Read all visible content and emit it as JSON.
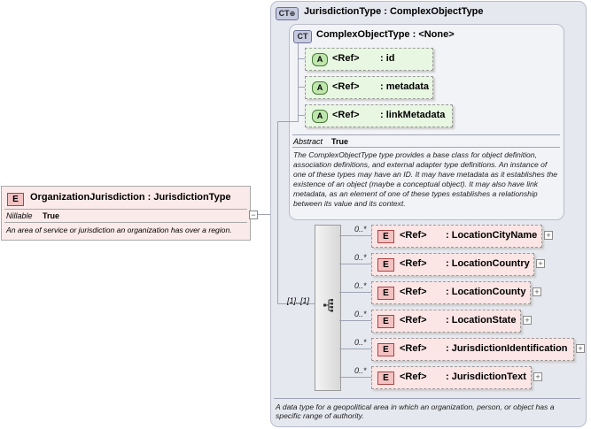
{
  "complex_type": {
    "badge": "CT",
    "title": "JurisdictionType : ComplexObjectType"
  },
  "base_type": {
    "badge": "CT",
    "title": "ComplexObjectType : <None>",
    "abstract_label": "Abstract",
    "abstract_value": "True",
    "description": "The ComplexObjectType type provides a base class for object definition, association definitions, and external adapter type definitions. An instance of one of these types may have an ID. It may have metadata as it establishes the existence of an object (maybe a conceptual object). It may also have link metadata, as an element of one of these types establishes a relationship between its value and its context.",
    "attributes": [
      {
        "badge": "A",
        "ref": "<Ref>",
        "name": ": id"
      },
      {
        "badge": "A",
        "ref": "<Ref>",
        "name": ": metadata"
      },
      {
        "badge": "A",
        "ref": "<Ref>",
        "name": ": linkMetadata"
      }
    ]
  },
  "root_element": {
    "badge": "E",
    "title": "OrganizationJurisdiction : JurisdictionType",
    "nillable_label": "Nillable",
    "nillable_value": "True",
    "description": "An area of service or jurisdiction an organization has over a region."
  },
  "sequence": {
    "cardinality": "[1]..[1]"
  },
  "elements": [
    {
      "badge": "E",
      "ref": "<Ref>",
      "name": ": LocationCityName",
      "card": "0..*"
    },
    {
      "badge": "E",
      "ref": "<Ref>",
      "name": ": LocationCountry",
      "card": "0..*"
    },
    {
      "badge": "E",
      "ref": "<Ref>",
      "name": ": LocationCounty",
      "card": "0..*"
    },
    {
      "badge": "E",
      "ref": "<Ref>",
      "name": ": LocationState",
      "card": "0..*"
    },
    {
      "badge": "E",
      "ref": "<Ref>",
      "name": ": JurisdictionIdentification",
      "card": "0..*"
    },
    {
      "badge": "E",
      "ref": "<Ref>",
      "name": ": JurisdictionText",
      "card": "0..*"
    }
  ],
  "type_description": "A data type for a geopolitical area in which an organization, person, or object has a specific range of authority.",
  "icons": {
    "collapse": "minus-icon",
    "expand": "plus-icon",
    "sequence": "sequence-icon"
  }
}
